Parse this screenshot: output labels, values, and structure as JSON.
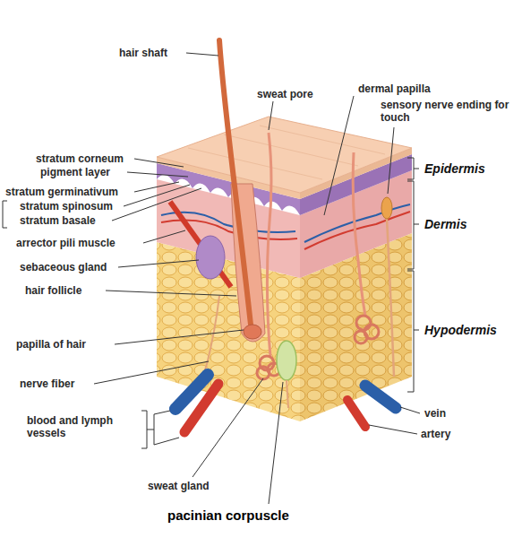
{
  "diagram": {
    "labels": [
      "hair shaft",
      "sweat pore",
      "dermal papilla",
      "sensory nerve ending for touch",
      "stratum corneum",
      "Epidermis",
      "pigment layer",
      "stratum germinativum",
      "stratum spinosum",
      "stratum basale",
      "Dermis",
      "arrector pili muscle",
      "sebaceous gland",
      "hair follicle",
      "Hypodermis",
      "papilla of hair",
      "nerve fiber",
      "vein",
      "blood and lymph vessels",
      "artery",
      "sweat gland",
      "pacinian corpuscle"
    ]
  }
}
